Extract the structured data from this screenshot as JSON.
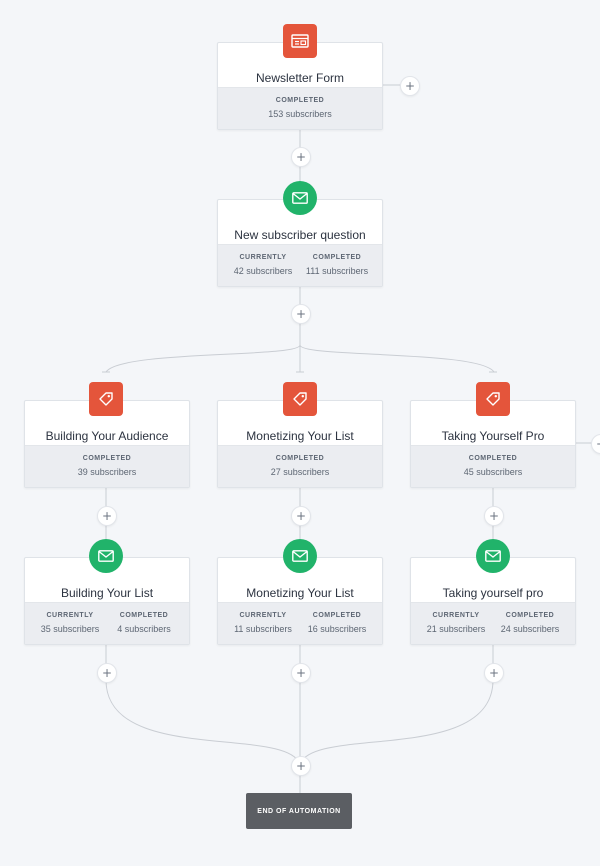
{
  "colors": {
    "background": "#f4f6f9",
    "form_badge": "#e4553b",
    "tag_badge": "#e4553b",
    "email_badge": "#21b36a",
    "end_button": "#5b5e63",
    "connector": "#c9cdd3"
  },
  "plus_symbol": "+",
  "nodes": {
    "newsletter_form": {
      "icon": "form-icon",
      "title": "Newsletter Form",
      "stats": [
        {
          "label": "COMPLETED",
          "value": "153 subscribers"
        }
      ]
    },
    "new_subscriber_question": {
      "icon": "email-icon",
      "title": "New subscriber question",
      "stats": [
        {
          "label": "CURRENTLY",
          "value": "42 subscribers"
        },
        {
          "label": "COMPLETED",
          "value": "111 subscribers"
        }
      ]
    },
    "building_audience": {
      "icon": "tag-icon",
      "title": "Building Your Audience",
      "stats": [
        {
          "label": "COMPLETED",
          "value": "39 subscribers"
        }
      ]
    },
    "monetizing_list_tag": {
      "icon": "tag-icon",
      "title": "Monetizing Your List",
      "stats": [
        {
          "label": "COMPLETED",
          "value": "27 subscribers"
        }
      ]
    },
    "taking_pro_tag": {
      "icon": "tag-icon",
      "title": "Taking Yourself Pro",
      "stats": [
        {
          "label": "COMPLETED",
          "value": "45 subscribers"
        }
      ]
    },
    "building_list": {
      "icon": "email-icon",
      "title": "Building Your List",
      "stats": [
        {
          "label": "CURRENTLY",
          "value": "35 subscribers"
        },
        {
          "label": "COMPLETED",
          "value": "4 subscribers"
        }
      ]
    },
    "monetizing_list_email": {
      "icon": "email-icon",
      "title": "Monetizing Your List",
      "stats": [
        {
          "label": "CURRENTLY",
          "value": "11 subscribers"
        },
        {
          "label": "COMPLETED",
          "value": "16 subscribers"
        }
      ]
    },
    "taking_pro_email": {
      "icon": "email-icon",
      "title": "Taking yourself pro",
      "stats": [
        {
          "label": "CURRENTLY",
          "value": "21 subscribers"
        },
        {
          "label": "COMPLETED",
          "value": "24 subscribers"
        }
      ]
    }
  },
  "end_label": "END OF AUTOMATION"
}
